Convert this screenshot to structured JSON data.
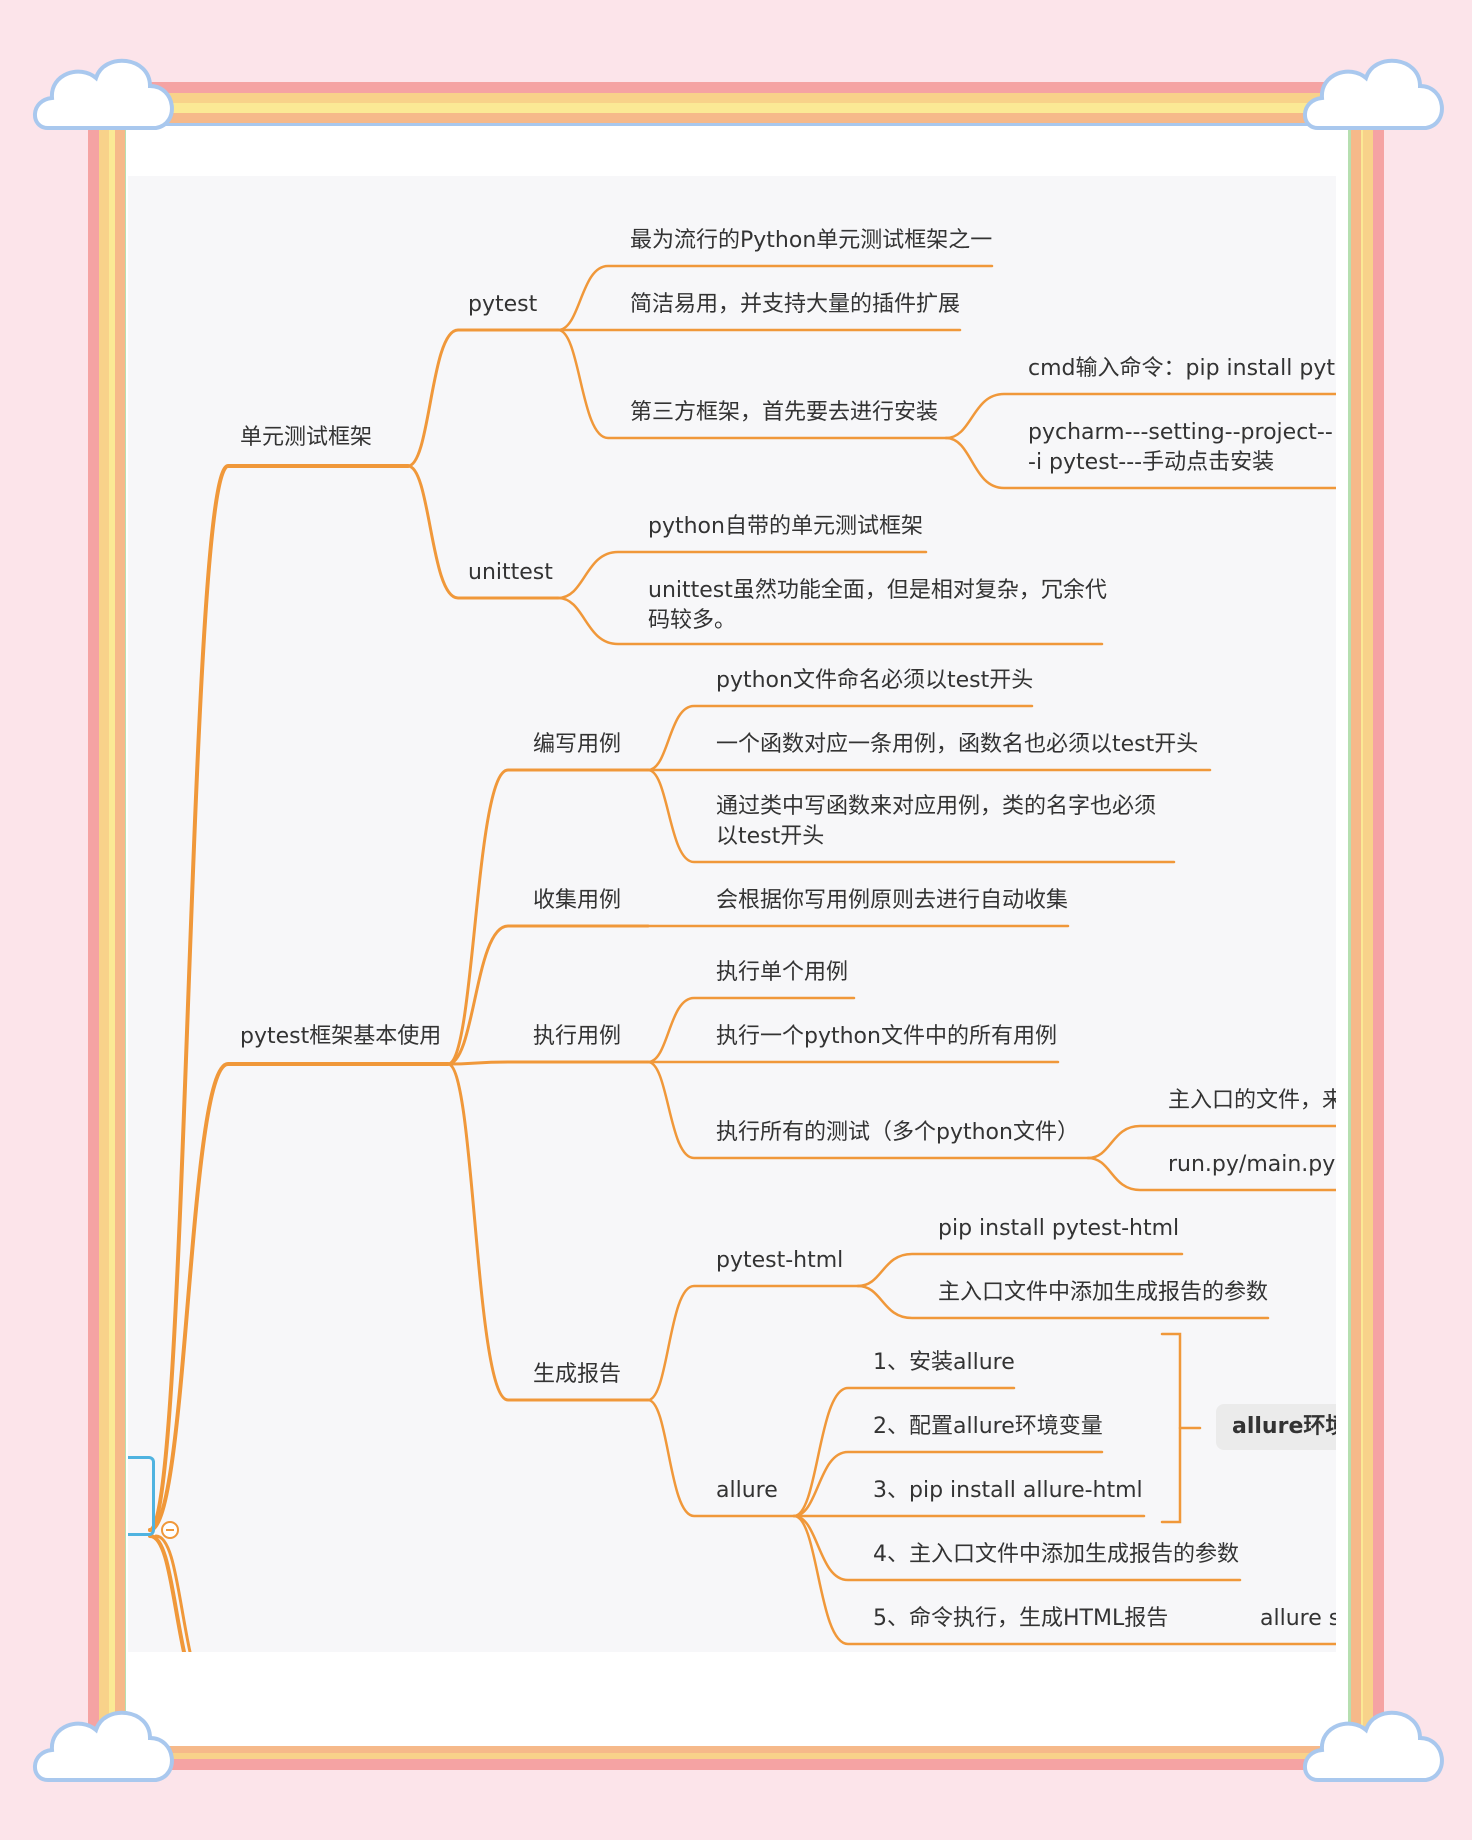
{
  "theme": {
    "page_background": "#fce4ea",
    "panel_background": "#f7f7f9",
    "branch_color": "#f0983a",
    "text_color": "#333333",
    "border_stripes": [
      "#f5a3a3",
      "#f8d28a",
      "#fbe995",
      "#b6dfb0",
      "#a9c8ee",
      "#c8b4ea"
    ]
  },
  "decorations": {
    "corner_icon": "cloud-icon",
    "collapse_icon": "collapse-minus-icon"
  },
  "mindmap": {
    "branches": [
      {
        "label": "单元测试框架",
        "children": [
          {
            "label": "pytest",
            "children": [
              {
                "label": "最为流行的Python单元测试框架之一"
              },
              {
                "label": "简洁易用，并支持大量的插件扩展"
              },
              {
                "label": "第三方框架，首先要去进行安装",
                "children": [
                  {
                    "label": "cmd输入命令：pip install pyte"
                  },
                  {
                    "label": "pycharm---setting--project---i pytest---手动点击安装"
                  }
                ]
              }
            ]
          },
          {
            "label": "unittest",
            "children": [
              {
                "label": "python自带的单元测试框架"
              },
              {
                "label": "unittest虽然功能全面，但是相对复杂，冗余代码较多。"
              }
            ]
          }
        ]
      },
      {
        "label": "pytest框架基本使用",
        "children": [
          {
            "label": "编写用例",
            "children": [
              {
                "label": "python文件命名必须以test开头"
              },
              {
                "label": "一个函数对应一条用例，函数名也必须以test开头"
              },
              {
                "label": "通过类中写函数来对应用例，类的名字也必须以test开头"
              }
            ]
          },
          {
            "label": "收集用例",
            "children": [
              {
                "label": "会根据你写用例原则去进行自动收集"
              }
            ]
          },
          {
            "label": "执行用例",
            "children": [
              {
                "label": "执行单个用例"
              },
              {
                "label": "执行一个python文件中的所有用例"
              },
              {
                "label": "执行所有的测试（多个python文件）",
                "children": [
                  {
                    "label": "主入口的文件，来"
                  },
                  {
                    "label": "run.py/main.py"
                  }
                ]
              }
            ]
          },
          {
            "label": "生成报告",
            "children": [
              {
                "label": "pytest-html",
                "children": [
                  {
                    "label": "pip install pytest-html"
                  },
                  {
                    "label": "主入口文件中添加生成报告的参数"
                  }
                ]
              },
              {
                "label": "allure",
                "children": [
                  {
                    "label": "1、安装allure"
                  },
                  {
                    "label": "2、配置allure环境变量"
                  },
                  {
                    "label": "3、pip install allure-html"
                  },
                  {
                    "label": "4、主入口文件中添加生成报告的参数"
                  },
                  {
                    "label": "5、命令执行，生成HTML报告"
                  }
                ],
                "summary": {
                  "label": "allure环境"
                },
                "note": {
                  "label": "allure s"
                }
              }
            ]
          }
        ]
      }
    ]
  }
}
